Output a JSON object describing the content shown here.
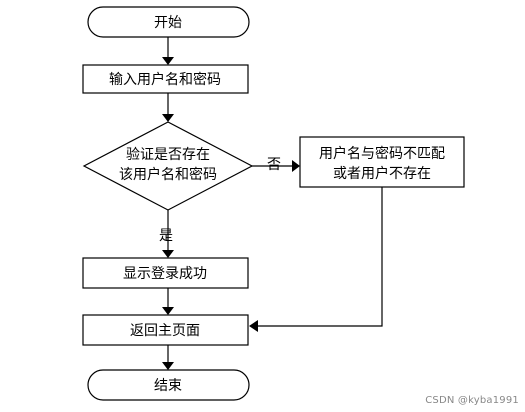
{
  "nodes": {
    "start": "开始",
    "input": "输入用户名和密码",
    "decision_line1": "验证是否存在",
    "decision_line2": "该用户名和密码",
    "error_line1": "用户名与密码不匹配",
    "error_line2": "或者用户不存在",
    "success": "显示登录成功",
    "return_home": "返回主页面",
    "end": "结束"
  },
  "edges": {
    "no": "否",
    "yes": "是"
  },
  "watermark": "CSDN @kyba1991",
  "colors": {
    "stroke": "#000000",
    "fill": "#ffffff",
    "watermark": "#888888"
  }
}
